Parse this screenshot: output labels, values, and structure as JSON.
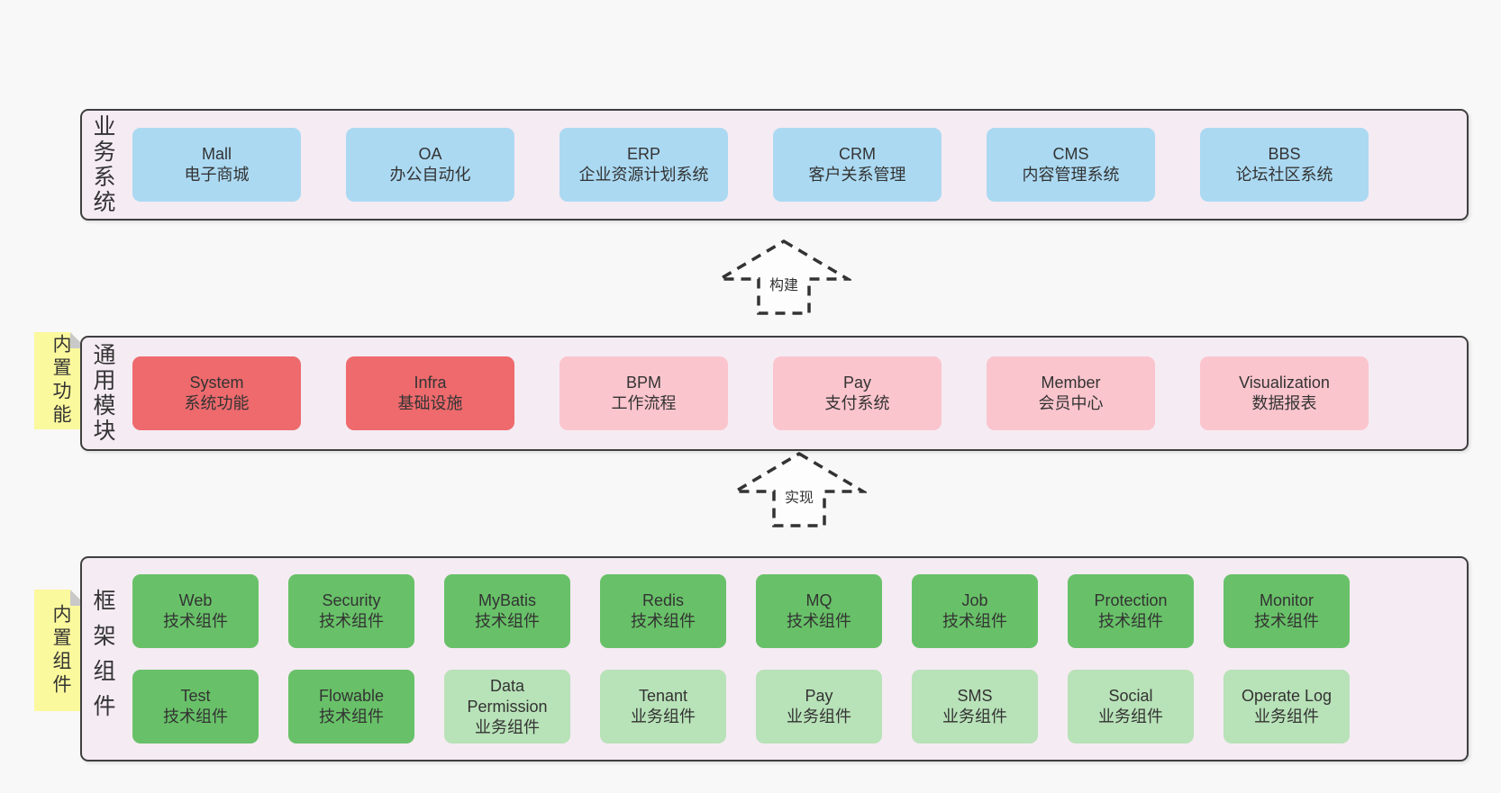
{
  "colors": {
    "page_bg": "#f8f8f8",
    "panel_bg": "#f5ebf3",
    "panel_border": "#3f3f3f",
    "sticky_bg": "#fbf99d",
    "sticky_fold": "#c9c9c9",
    "text": "#333333",
    "arrow_stroke": "#333333",
    "arrow_fill": "#fdfdfd",
    "box_types": {
      "blue": "#abd9f2",
      "red": "#ee6a6d",
      "pink": "#fbc5cd",
      "green": "#68c168",
      "lightgreen": "#b8e2b8"
    }
  },
  "arrows": [
    {
      "label": "构建"
    },
    {
      "label": "实现"
    }
  ],
  "panels": [
    {
      "id": "business",
      "side_label": "业务系统",
      "sticky_label": null,
      "rows": [
        [
          {
            "name": "Mall",
            "desc": "电子商城",
            "type": "blue"
          },
          {
            "name": "OA",
            "desc": "办公自动化",
            "type": "blue"
          },
          {
            "name": "ERP",
            "desc": "企业资源计划系统",
            "type": "blue"
          },
          {
            "name": "CRM",
            "desc": "客户关系管理",
            "type": "blue"
          },
          {
            "name": "CMS",
            "desc": "内容管理系统",
            "type": "blue"
          },
          {
            "name": "BBS",
            "desc": "论坛社区系统",
            "type": "blue"
          }
        ]
      ]
    },
    {
      "id": "modules",
      "side_label": "通用模块",
      "sticky_label": "内置功能",
      "rows": [
        [
          {
            "name": "System",
            "desc": "系统功能",
            "type": "red"
          },
          {
            "name": "Infra",
            "desc": "基础设施",
            "type": "red"
          },
          {
            "name": "BPM",
            "desc": "工作流程",
            "type": "pink"
          },
          {
            "name": "Pay",
            "desc": "支付系统",
            "type": "pink"
          },
          {
            "name": "Member",
            "desc": "会员中心",
            "type": "pink"
          },
          {
            "name": "Visualization",
            "desc": "数据报表",
            "type": "pink"
          }
        ]
      ]
    },
    {
      "id": "framework",
      "side_label": "框架组件",
      "sticky_label": "内置组件",
      "rows": [
        [
          {
            "name": "Web",
            "desc": "技术组件",
            "type": "green"
          },
          {
            "name": "Security",
            "desc": "技术组件",
            "type": "green"
          },
          {
            "name": "MyBatis",
            "desc": "技术组件",
            "type": "green"
          },
          {
            "name": "Redis",
            "desc": "技术组件",
            "type": "green"
          },
          {
            "name": "MQ",
            "desc": "技术组件",
            "type": "green"
          },
          {
            "name": "Job",
            "desc": "技术组件",
            "type": "green"
          },
          {
            "name": "Protection",
            "desc": "技术组件",
            "type": "green"
          },
          {
            "name": "Monitor",
            "desc": "技术组件",
            "type": "green"
          }
        ],
        [
          {
            "name": "Test",
            "desc": "技术组件",
            "type": "green"
          },
          {
            "name": "Flowable",
            "desc": "技术组件",
            "type": "green"
          },
          {
            "name": "Data Permission",
            "desc": "业务组件",
            "type": "lightgreen"
          },
          {
            "name": "Tenant",
            "desc": "业务组件",
            "type": "lightgreen"
          },
          {
            "name": "Pay",
            "desc": "业务组件",
            "type": "lightgreen"
          },
          {
            "name": "SMS",
            "desc": "业务组件",
            "type": "lightgreen"
          },
          {
            "name": "Social",
            "desc": "业务组件",
            "type": "lightgreen"
          },
          {
            "name": "Operate Log",
            "desc": "业务组件",
            "type": "lightgreen"
          }
        ]
      ]
    }
  ]
}
